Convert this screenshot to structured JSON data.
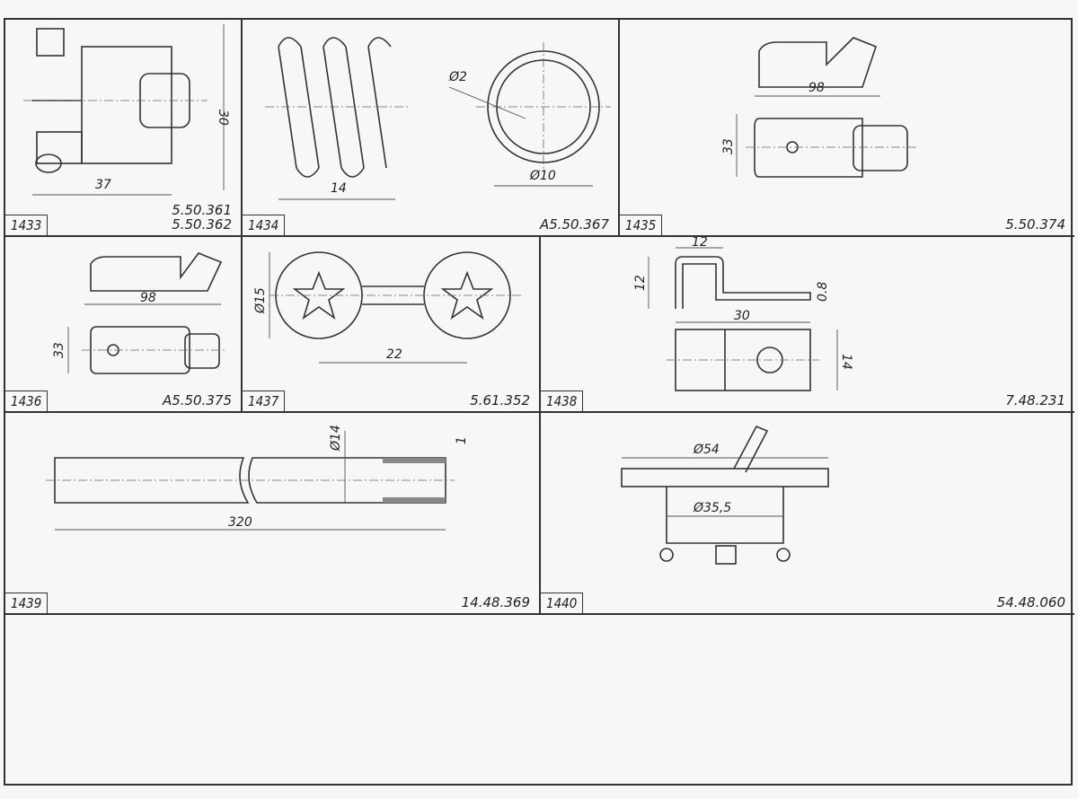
{
  "drawings": [
    {
      "number": "1433",
      "codes": [
        "5.50.361",
        "5.50.362"
      ],
      "dims": [
        "37",
        "30"
      ]
    },
    {
      "number": "1434",
      "codes": [
        "A5.50.367"
      ],
      "dims": [
        "14",
        "Ø2",
        "Ø10"
      ]
    },
    {
      "number": "1435",
      "codes": [
        "5.50.374"
      ],
      "dims": [
        "98",
        "33"
      ]
    },
    {
      "number": "1436",
      "codes": [
        "A5.50.375"
      ],
      "dims": [
        "98",
        "33"
      ]
    },
    {
      "number": "1437",
      "codes": [
        "5.61.352"
      ],
      "dims": [
        "Ø15",
        "22"
      ]
    },
    {
      "number": "1438",
      "codes": [
        "7.48.231"
      ],
      "dims": [
        "12",
        "12",
        "0.8",
        "30",
        "14"
      ]
    },
    {
      "number": "1439",
      "codes": [
        "14.48.369"
      ],
      "dims": [
        "Ø14",
        "1",
        "320"
      ]
    },
    {
      "number": "1440",
      "codes": [
        "54.48.060"
      ],
      "dims": [
        "Ø54",
        "Ø35,5"
      ]
    }
  ]
}
